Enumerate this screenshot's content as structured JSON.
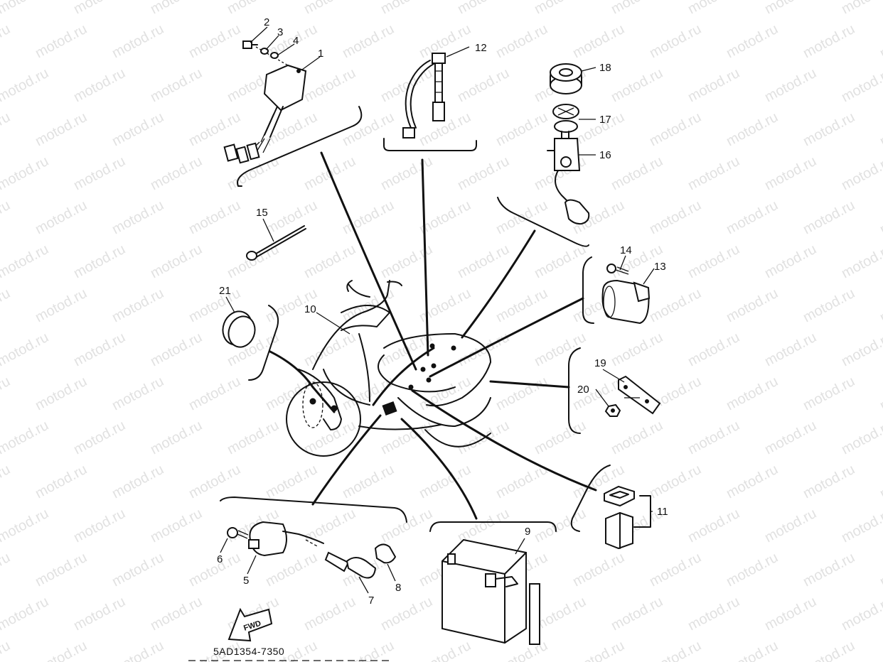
{
  "diagram": {
    "part_code": "5AD1354-7350",
    "direction_label": "FWD",
    "watermark_text": "motod.ru",
    "callouts": [
      "1",
      "2",
      "3",
      "4",
      "5",
      "6",
      "7",
      "8",
      "9",
      "10",
      "11",
      "12",
      "13",
      "14",
      "15",
      "16",
      "17",
      "18",
      "19",
      "20",
      "21"
    ]
  }
}
